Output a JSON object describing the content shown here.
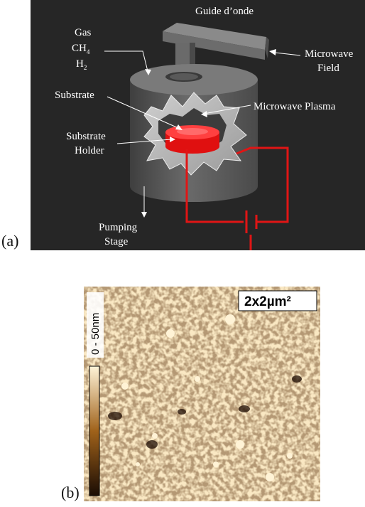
{
  "panel_a": {
    "label": "(a)",
    "title": "Guide d’onde",
    "gas": {
      "title": "Gas",
      "species_1": "CH",
      "species_1_sub": "4",
      "species_2": "H",
      "species_2_sub": "2"
    },
    "labels": {
      "microwave_field_line1": "Microwave",
      "microwave_field_line2": "Field",
      "substrate": "Substrate",
      "microwave_plasma": "Microwave Plasma",
      "substrate_holder_line1": "Substrate",
      "substrate_holder_line2": "Holder",
      "pumping_stage_line1": "Pumping",
      "pumping_stage_line2": "Stage"
    },
    "colors": {
      "background": "#262626",
      "chamber": "#5a5a5a",
      "substrate": "#e01010",
      "circuit": "#e01515",
      "text": "#ffffff"
    }
  },
  "panel_b": {
    "label": "(b)",
    "scale_bar_label": "0 - 50nm",
    "scan_size_label": "2x2µm²",
    "colors": {
      "dark": "#2a1406",
      "mid": "#a0621a",
      "light": "#fff4d8"
    }
  }
}
